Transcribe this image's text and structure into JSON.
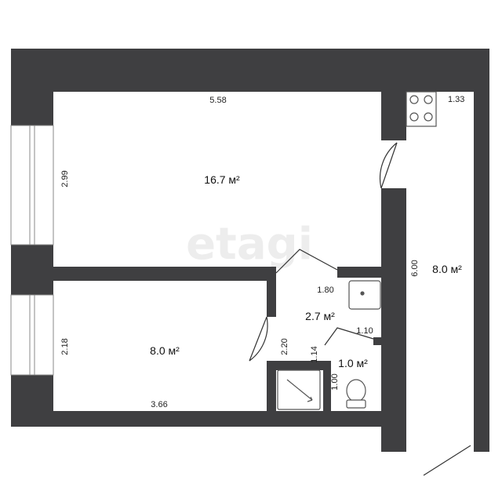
{
  "watermark": "etagi",
  "rooms": {
    "living_room": {
      "area": "16.7 м²",
      "width": "5.58",
      "height": "2.99"
    },
    "bedroom": {
      "area": "8.0 м²",
      "width": "3.66",
      "height": "2.18"
    },
    "corridor": {
      "area": "8.0 м²",
      "length": "6.00",
      "stove_width": "1.33"
    },
    "hall": {
      "area": "2.7 м²",
      "width": "1.80",
      "height": "2.20",
      "side": "1.10"
    },
    "toilet": {
      "area": "1.0 м²",
      "width": "1.00",
      "height": "1.14"
    }
  },
  "colors": {
    "wall": "#3f3f41",
    "window": "#ffffff",
    "fixture_stroke": "#555555"
  },
  "icons": [
    "stove-icon",
    "sink-icon",
    "shower-icon",
    "toilet-icon"
  ]
}
